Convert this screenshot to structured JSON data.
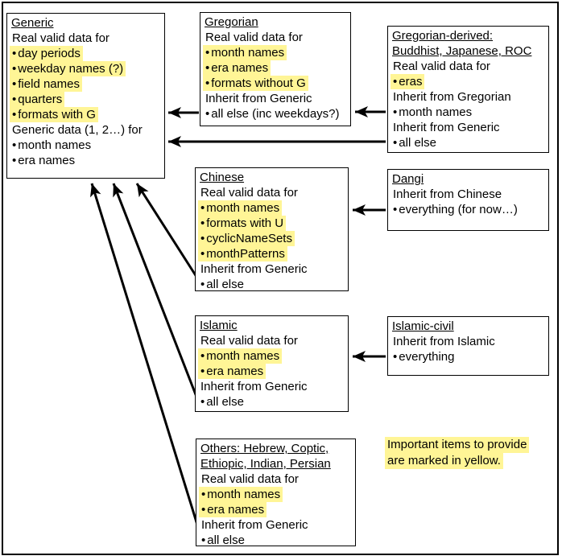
{
  "glyphs": {
    "bullet": "•"
  },
  "colors": {
    "highlight": "#FFF596",
    "line": "#000000",
    "background": "#FFFFFF",
    "box_border": "#000000"
  },
  "note": {
    "lines": [
      "Important items to provide",
      "are marked in yellow."
    ]
  },
  "boxes": [
    {
      "id": "generic",
      "title_lines": [
        "Generic"
      ],
      "lines": [
        {
          "text": "Real valid data for",
          "bullet": false,
          "highlight": false
        },
        {
          "text": "day periods",
          "bullet": true,
          "highlight": true
        },
        {
          "text": "weekday names (?)",
          "bullet": true,
          "highlight": true
        },
        {
          "text": "field names",
          "bullet": true,
          "highlight": true
        },
        {
          "text": "quarters",
          "bullet": true,
          "highlight": true
        },
        {
          "text": "formats with G",
          "bullet": true,
          "highlight": true
        },
        {
          "text": "Generic data (1, 2…) for",
          "bullet": false,
          "highlight": false
        },
        {
          "text": "month names",
          "bullet": true,
          "highlight": false
        },
        {
          "text": "era names",
          "bullet": true,
          "highlight": false
        }
      ]
    },
    {
      "id": "gregorian",
      "title_lines": [
        "Gregorian"
      ],
      "lines": [
        {
          "text": "Real valid data for",
          "bullet": false,
          "highlight": false
        },
        {
          "text": "month names",
          "bullet": true,
          "highlight": true
        },
        {
          "text": "era names",
          "bullet": true,
          "highlight": true
        },
        {
          "text": "formats without G",
          "bullet": true,
          "highlight": true
        },
        {
          "text": "Inherit from Generic",
          "bullet": false,
          "highlight": false
        },
        {
          "text": "all else (inc weekdays?)",
          "bullet": true,
          "highlight": false
        }
      ]
    },
    {
      "id": "gregorian-derived",
      "title_lines": [
        "Gregorian-derived:",
        "Buddhist, Japanese, ROC"
      ],
      "lines": [
        {
          "text": "Real valid data for",
          "bullet": false,
          "highlight": false
        },
        {
          "text": "eras",
          "bullet": true,
          "highlight": true
        },
        {
          "text": "Inherit from Gregorian",
          "bullet": false,
          "highlight": false
        },
        {
          "text": "month names",
          "bullet": true,
          "highlight": false
        },
        {
          "text": "Inherit from Generic",
          "bullet": false,
          "highlight": false
        },
        {
          "text": "all else",
          "bullet": true,
          "highlight": false
        }
      ]
    },
    {
      "id": "chinese",
      "title_lines": [
        "Chinese"
      ],
      "lines": [
        {
          "text": "Real valid data for",
          "bullet": false,
          "highlight": false
        },
        {
          "text": "month names",
          "bullet": true,
          "highlight": true
        },
        {
          "text": "formats with U",
          "bullet": true,
          "highlight": true
        },
        {
          "text": "cyclicNameSets",
          "bullet": true,
          "highlight": true
        },
        {
          "text": "monthPatterns",
          "bullet": true,
          "highlight": true
        },
        {
          "text": "Inherit from Generic",
          "bullet": false,
          "highlight": false
        },
        {
          "text": "all else",
          "bullet": true,
          "highlight": false
        }
      ]
    },
    {
      "id": "dangi",
      "title_lines": [
        "Dangi"
      ],
      "lines": [
        {
          "text": "Inherit from Chinese",
          "bullet": false,
          "highlight": false
        },
        {
          "text": "everything (for now…)",
          "bullet": true,
          "highlight": false
        }
      ]
    },
    {
      "id": "islamic",
      "title_lines": [
        "Islamic"
      ],
      "lines": [
        {
          "text": "Real valid data for",
          "bullet": false,
          "highlight": false
        },
        {
          "text": "month names",
          "bullet": true,
          "highlight": true
        },
        {
          "text": "era names",
          "bullet": true,
          "highlight": true
        },
        {
          "text": "Inherit from Generic",
          "bullet": false,
          "highlight": false
        },
        {
          "text": "all else",
          "bullet": true,
          "highlight": false
        }
      ]
    },
    {
      "id": "islamic-civil",
      "title_lines": [
        "Islamic-civil"
      ],
      "lines": [
        {
          "text": "Inherit from Islamic",
          "bullet": false,
          "highlight": false
        },
        {
          "text": "everything",
          "bullet": true,
          "highlight": false
        }
      ]
    },
    {
      "id": "others",
      "title_lines": [
        "Others: Hebrew, Coptic,",
        "Ethiopic, Indian, Persian"
      ],
      "lines": [
        {
          "text": "Real valid data for",
          "bullet": false,
          "highlight": false
        },
        {
          "text": "month names",
          "bullet": true,
          "highlight": true
        },
        {
          "text": "era names",
          "bullet": true,
          "highlight": true
        },
        {
          "text": "Inherit from Generic",
          "bullet": false,
          "highlight": false
        },
        {
          "text": "all else",
          "bullet": true,
          "highlight": false
        }
      ]
    }
  ],
  "arrows": [
    {
      "id": "gregorian-to-generic",
      "from": "gregorian",
      "to": "generic"
    },
    {
      "id": "gregorian-derived-to-gregorian",
      "from": "gregorian-derived",
      "to": "gregorian"
    },
    {
      "id": "gregorian-derived-to-generic",
      "from": "gregorian-derived",
      "to": "generic"
    },
    {
      "id": "dangi-to-chinese",
      "from": "dangi",
      "to": "chinese"
    },
    {
      "id": "islamic-civil-to-islamic",
      "from": "islamic-civil",
      "to": "islamic"
    },
    {
      "id": "chinese-to-generic",
      "from": "chinese",
      "to": "generic"
    },
    {
      "id": "islamic-to-generic",
      "from": "islamic",
      "to": "generic"
    },
    {
      "id": "others-to-generic",
      "from": "others",
      "to": "generic"
    }
  ]
}
